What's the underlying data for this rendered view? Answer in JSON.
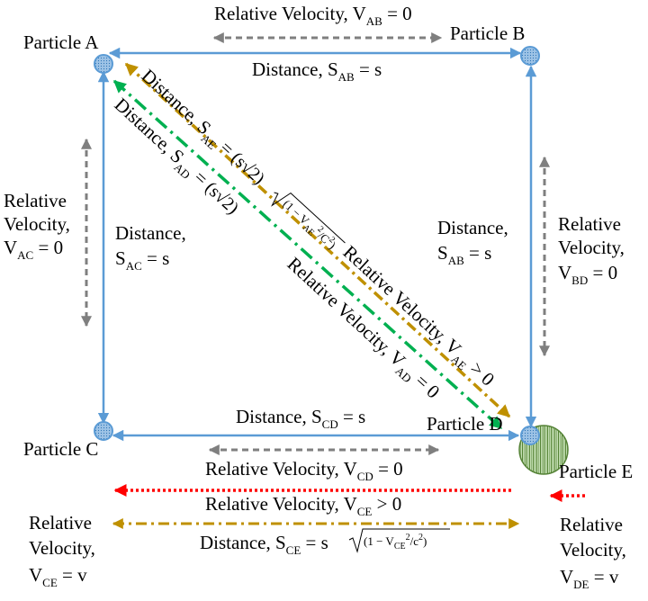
{
  "particles": {
    "a": "Particle A",
    "b": "Particle B",
    "c": "Particle C",
    "d": "Particle D",
    "e": "Particle E"
  },
  "labels": {
    "v_ab": {
      "main": "Relative Velocity, V",
      "sub": "AB",
      "rest": " = 0"
    },
    "s_ab_top": {
      "main": "Distance, S",
      "sub": "AB",
      "rest": " = s"
    },
    "v_ac": {
      "l1": "Relative",
      "l2": "Velocity,",
      "main": "V",
      "sub": "AC",
      "rest": " = 0"
    },
    "s_ac": {
      "l1": "Distance,",
      "main": "S",
      "sub": "AC",
      "rest": " = s"
    },
    "s_ab_right": {
      "l1": "Distance,",
      "main": "S",
      "sub": "AB",
      "rest": " = s"
    },
    "v_bd": {
      "l1": "Relative",
      "l2": "Velocity,",
      "main": "V",
      "sub": "BD",
      "rest": " = 0"
    },
    "s_cd": {
      "main": "Distance, S",
      "sub": "CD",
      "rest": " = s"
    },
    "v_cd": {
      "main": "Relative Velocity, V",
      "sub": "CD",
      "rest": " = 0"
    },
    "v_ce_mid": {
      "main": "Relative Velocity, V",
      "sub": "CE",
      "rest": " > 0"
    },
    "s_ce": {
      "main": "Distance, S",
      "sub": "CE",
      "rest": " = s",
      "root": "(1 − V",
      "root_sub": "CE",
      "root_sup": "2",
      "root_rest": "/c",
      "root_sup2": "2",
      "root_close": ")"
    },
    "v_ce_left": {
      "l1": "Relative",
      "l2": "Velocity,",
      "main": "V",
      "sub": "CE",
      "rest": " = v"
    },
    "v_de": {
      "l1": "Relative",
      "l2": "Velocity,",
      "main": "V",
      "sub": "DE",
      "rest": " = v"
    },
    "s_ae": {
      "main": "Distance, S",
      "sub": "AE",
      "eq": " = ",
      "f1": "(s√2)",
      "root": "(1 − V",
      "root_sub": "AE",
      "root_sup": "2",
      "root_rest": "/C",
      "root_sup2": "2",
      "root_close": ")"
    },
    "s_ad": {
      "main": "Distance, S",
      "sub": "AD",
      "eq": " = ",
      "f1": "(s√2)"
    },
    "v_ae": {
      "main": "Relative Velocity, V",
      "sub": "AE",
      "rest": " > 0"
    },
    "v_ad": {
      "main": "Relative Velocity, V",
      "sub": "AD",
      "rest": " = 0"
    }
  },
  "colors": {
    "square": "#5b9bd5",
    "gray_arrow": "#7f7f7f",
    "gold_arrow": "#bf9000",
    "green_arrow": "#00b050",
    "red_arrow": "#ff0000",
    "particle_fill": "#9dc3e6",
    "particle_e_fill": "#c5e0b4",
    "particle_e_stroke": "#548235"
  }
}
